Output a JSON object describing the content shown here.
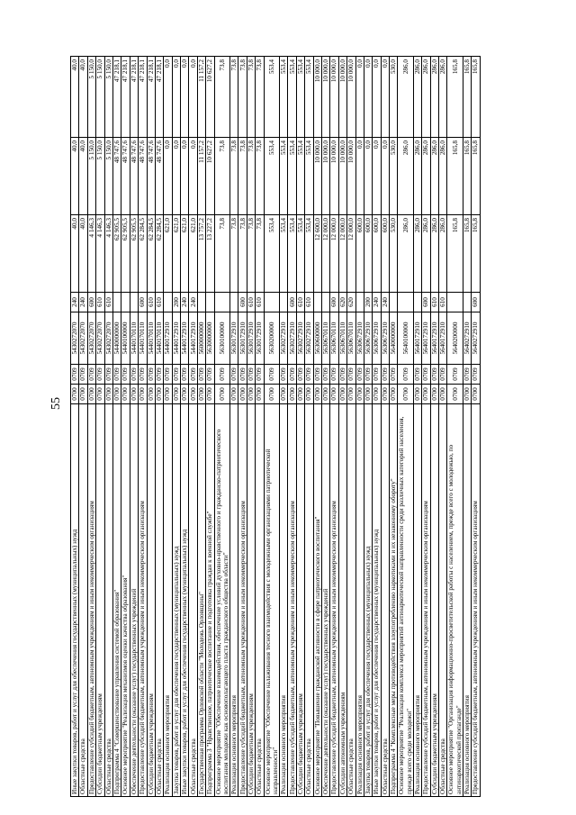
{
  "page_number": "55",
  "rows": [
    {
      "name": "Иные закупки товаров, работ и услуг для обеспечения государственных (муниципальных) нужд",
      "rz": "0700",
      "pr": "0709",
      "cs": "5430272070",
      "vr": "240",
      "a": "40,0",
      "b": "40,0",
      "c": "40,0"
    },
    {
      "name": "Областные средства",
      "rz": "0700",
      "pr": "0709",
      "cs": "5430272070",
      "vr": "240",
      "a": "40,0",
      "b": "40,0",
      "c": "40,0"
    },
    {
      "name": "Предоставление субсидий бюджетным, автономным учреждениям и иным некоммерческим организациям",
      "rz": "0700",
      "pr": "0709",
      "cs": "5430272070",
      "vr": "600",
      "a": "4 146,3",
      "b": "5 150,0",
      "c": "5 150,0"
    },
    {
      "name": "Субсидии бюджетным учреждениям",
      "rz": "0700",
      "pr": "0709",
      "cs": "5430272070",
      "vr": "610",
      "a": "4 146,3",
      "b": "5 150,0",
      "c": "5 150,0"
    },
    {
      "name": "Областные средства",
      "rz": "0700",
      "pr": "0709",
      "cs": "5430272070",
      "vr": "610",
      "a": "4 146,3",
      "b": "5 150,0",
      "c": "5 150,0"
    },
    {
      "name": "Подпрограмма 4 \"Совершенствование управления системой образования\"",
      "rz": "0700",
      "pr": "0709",
      "cs": "5440000000",
      "vr": "",
      "a": "62 905,5",
      "b": "48 747,6",
      "c": "47 218,1"
    },
    {
      "name": "Основное мероприятие \"Реализация механизмов оценки качества образования\"",
      "rz": "0700",
      "pr": "0709",
      "cs": "5440100000",
      "vr": "",
      "a": "62 905,5",
      "b": "48 747,6",
      "c": "47 218,1"
    },
    {
      "name": "Обеспечение деятельности (оказание услуг) государственных учреждений",
      "rz": "0700",
      "pr": "0709",
      "cs": "5440170110",
      "vr": "",
      "a": "62 905,5",
      "b": "48 747,6",
      "c": "47 218,1"
    },
    {
      "name": "Предоставление субсидий бюджетным, автономным учреждениям и иным некоммерческим организациям",
      "rz": "0700",
      "pr": "0709",
      "cs": "5440170110",
      "vr": "600",
      "a": "62 284,5",
      "b": "48 747,6",
      "c": "47 218,1"
    },
    {
      "name": "Субсидии бюджетным учреждениям",
      "rz": "0700",
      "pr": "0709",
      "cs": "5440170110",
      "vr": "610",
      "a": "62 284,5",
      "b": "48 747,6",
      "c": "47 218,1"
    },
    {
      "name": "Областные средства",
      "rz": "0700",
      "pr": "0709",
      "cs": "5440170110",
      "vr": "610",
      "a": "62 284,5",
      "b": "48 747,6",
      "c": "47 218,1"
    },
    {
      "name": "Реализация основного мероприятия",
      "rz": "0700",
      "pr": "0709",
      "cs": "5440172910",
      "vr": "",
      "a": "621,0",
      "b": "0,0",
      "c": "0,0"
    },
    {
      "name": "Закупка товаров, работ и услуг для обеспечения государственных (муниципальных) нужд",
      "rz": "0700",
      "pr": "0709",
      "cs": "5440172910",
      "vr": "200",
      "a": "621,0",
      "b": "0,0",
      "c": "0,0"
    },
    {
      "name": "Иные закупки товаров, работ и услуг для обеспечения государственных (муниципальных) нужд",
      "rz": "0700",
      "pr": "0709",
      "cs": "5440172910",
      "vr": "240",
      "a": "621,0",
      "b": "0,0",
      "c": "0,0"
    },
    {
      "name": "Областные средства",
      "rz": "0700",
      "pr": "0709",
      "cs": "5440172910",
      "vr": "240",
      "a": "621,0",
      "b": "0,0",
      "c": "0,0"
    },
    {
      "name": "Государственная программа Орловской области \"Молодежь Орловщины\"",
      "rz": "0700",
      "pr": "0709",
      "cs": "5600000000",
      "vr": "",
      "a": "13 757,2",
      "b": "11 157,2",
      "c": "11 157,2"
    },
    {
      "name": "Подпрограмма 3 \"Нравственное, патриотическое воспитание и подготовка граждан к военной службе\"",
      "rz": "0700",
      "pr": "0709",
      "cs": "5630000000",
      "vr": "",
      "a": "13 227,2",
      "b": "10 627,2",
      "c": "10 627,2"
    },
    {
      "name": "Основное мероприятие \"Обеспечение взаимодействия, обеспечение условий духовно-нравственного и гражданско-патриотического воспитания молодежи как основополагающего пласта гражданского общества области\"",
      "rz": "0700",
      "pr": "0709",
      "cs": "5630100000",
      "vr": "",
      "a": "73,8",
      "b": "73,8",
      "c": "73,8",
      "wrap": true
    },
    {
      "name": "Реализация основного мероприятия",
      "rz": "0700",
      "pr": "0709",
      "cs": "5630172910",
      "vr": "",
      "a": "73,8",
      "b": "73,8",
      "c": "73,8"
    },
    {
      "name": "Предоставление субсидий бюджетным, автономным учреждениям и иным некоммерческим организациям",
      "rz": "0700",
      "pr": "0709",
      "cs": "5630172910",
      "vr": "600",
      "a": "73,8",
      "b": "73,8",
      "c": "73,8"
    },
    {
      "name": "Субсидии бюджетным учреждениям",
      "rz": "0700",
      "pr": "0709",
      "cs": "5630172910",
      "vr": "610",
      "a": "73,8",
      "b": "73,8",
      "c": "73,8"
    },
    {
      "name": "Областные средства",
      "rz": "0700",
      "pr": "0709",
      "cs": "5630172910",
      "vr": "610",
      "a": "73,8",
      "b": "73,8",
      "c": "73,8"
    },
    {
      "name": "Основное мероприятие \"Обеспечение налаживания тесного взаимодействия с молодежными организациями патриотической направленности\"",
      "rz": "0700",
      "pr": "0709",
      "cs": "5630200000",
      "vr": "",
      "a": "553,4",
      "b": "553,4",
      "c": "553,4",
      "wrap": true
    },
    {
      "name": "Реализация основного мероприятия",
      "rz": "0700",
      "pr": "0709",
      "cs": "5630272910",
      "vr": "",
      "a": "553,4",
      "b": "553,4",
      "c": "553,4"
    },
    {
      "name": "Предоставление субсидий бюджетным, автономным учреждениям и иным некоммерческим организациям",
      "rz": "0700",
      "pr": "0709",
      "cs": "5630272910",
      "vr": "600",
      "a": "553,4",
      "b": "553,4",
      "c": "553,4"
    },
    {
      "name": "Субсидии бюджетным учреждениям",
      "rz": "0700",
      "pr": "0709",
      "cs": "5630272910",
      "vr": "610",
      "a": "553,4",
      "b": "553,4",
      "c": "553,4"
    },
    {
      "name": "Областные средства",
      "rz": "0700",
      "pr": "0709",
      "cs": "5630272910",
      "vr": "610",
      "a": "553,4",
      "b": "553,4",
      "c": "553,4"
    },
    {
      "name": "Основное мероприятие \"Повышение гражданской активности в сфере патриотического воспитания\"",
      "rz": "0700",
      "pr": "0709",
      "cs": "5630600000",
      "vr": "",
      "a": "12 600,0",
      "b": "10 000,0",
      "c": "10 000,0"
    },
    {
      "name": "Обеспечение деятельности (оказание услуг) государственных учреждений",
      "rz": "0700",
      "pr": "0709",
      "cs": "5630670110",
      "vr": "",
      "a": "12 000,0",
      "b": "10 000,0",
      "c": "10 000,0"
    },
    {
      "name": "Предоставление субсидий бюджетным, автономным учреждениям и иным некоммерческим организациям",
      "rz": "0700",
      "pr": "0709",
      "cs": "5630670110",
      "vr": "600",
      "a": "12 000,0",
      "b": "10 000,0",
      "c": "10 000,0"
    },
    {
      "name": "Субсидии автономным учреждениям",
      "rz": "0700",
      "pr": "0709",
      "cs": "5630670110",
      "vr": "620",
      "a": "12 000,0",
      "b": "10 000,0",
      "c": "10 000,0"
    },
    {
      "name": "Областные средства",
      "rz": "0700",
      "pr": "0709",
      "cs": "5630670110",
      "vr": "620",
      "a": "12 000,0",
      "b": "10 000,0",
      "c": "10 000,0"
    },
    {
      "name": "Реализация основного мероприятия",
      "rz": "0700",
      "pr": "0709",
      "cs": "5630672910",
      "vr": "",
      "a": "600,0",
      "b": "0,0",
      "c": "0,0"
    },
    {
      "name": "Закупка товаров, работ и услуг для обеспечения государственных (муниципальных) нужд",
      "rz": "0700",
      "pr": "0709",
      "cs": "5630672910",
      "vr": "200",
      "a": "600,0",
      "b": "0,0",
      "c": "0,0"
    },
    {
      "name": "Иные закупки товаров, работ и услуг для обеспечения государственных (муниципальных) нужд",
      "rz": "0700",
      "pr": "0709",
      "cs": "5630672910",
      "vr": "240",
      "a": "600,0",
      "b": "0,0",
      "c": "0,0"
    },
    {
      "name": "Областные средства",
      "rz": "0700",
      "pr": "0709",
      "cs": "5630672910",
      "vr": "240",
      "a": "600,0",
      "b": "0,0",
      "c": "0,0"
    },
    {
      "name": "Подпрограмма 4 \"Комплексные меры противодействия злоупотреблению наркотиками и их незаконному обороту\"",
      "rz": "0700",
      "pr": "0709",
      "cs": "5640000000",
      "vr": "",
      "a": "530,0",
      "b": "530,0",
      "c": "530,0"
    },
    {
      "name": "Основное мероприятие \"Реализация комплекса мероприятий антинаркотической направленности среди различных категорий населения, прежде всего среди молодежи\"",
      "rz": "0700",
      "pr": "0709",
      "cs": "5640100000",
      "vr": "",
      "a": "286,0",
      "b": "286,0",
      "c": "286,0",
      "wrap": true
    },
    {
      "name": "Реализация основного мероприятия",
      "rz": "0700",
      "pr": "0709",
      "cs": "5640172910",
      "vr": "",
      "a": "286,0",
      "b": "286,0",
      "c": "286,0"
    },
    {
      "name": "Предоставление субсидий бюджетным, автономным учреждениям и иным некоммерческим организациям",
      "rz": "0700",
      "pr": "0709",
      "cs": "5640172910",
      "vr": "600",
      "a": "286,0",
      "b": "286,0",
      "c": "286,0"
    },
    {
      "name": "Субсидии бюджетным учреждениям",
      "rz": "0700",
      "pr": "0709",
      "cs": "5640172910",
      "vr": "610",
      "a": "286,0",
      "b": "286,0",
      "c": "286,0"
    },
    {
      "name": "Областные средства",
      "rz": "0700",
      "pr": "0709",
      "cs": "5640172910",
      "vr": "610",
      "a": "286,0",
      "b": "286,0",
      "c": "286,0"
    },
    {
      "name": "Основное мероприятие \"Организация информационно-просветительской работы с населением, прежде всего с молодежью, по антинаркотической пропаганде\"",
      "rz": "0700",
      "pr": "0709",
      "cs": "5640200000",
      "vr": "",
      "a": "165,8",
      "b": "165,8",
      "c": "165,8",
      "wrap": true
    },
    {
      "name": "Реализация основного мероприятия",
      "rz": "0700",
      "pr": "0709",
      "cs": "5640272910",
      "vr": "",
      "a": "165,8",
      "b": "165,8",
      "c": "165,8"
    },
    {
      "name": "Предоставление субсидий бюджетным, автономным учреждениям и иным некоммерческим организациям",
      "rz": "0700",
      "pr": "0709",
      "cs": "5640272910",
      "vr": "600",
      "a": "165,8",
      "b": "165,8",
      "c": "165,8"
    }
  ]
}
